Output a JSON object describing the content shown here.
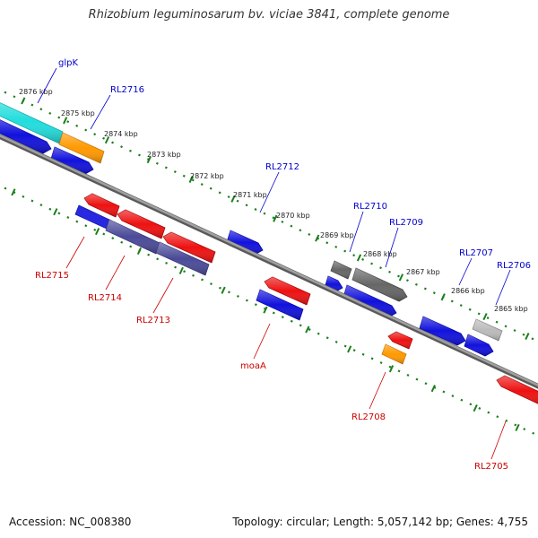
{
  "title": "Rhizobium leguminosarum bv. viciae 3841, complete genome",
  "footer": {
    "accession": "Accession: NC_008380",
    "stats": "Topology: circular; Length: 5,057,142 bp; Genes: 4,755"
  },
  "colors": {
    "backbone": "#8a8a8a",
    "ruler": "#1a7f1a",
    "label_forward": "#0000cc",
    "label_reverse": "#cc0000",
    "red": "#ee1111",
    "blue": "#1111dd",
    "cyan": "#22dddd",
    "orange": "#ff9900",
    "dark_gray": "#666666",
    "light_gray": "#bbbbbb",
    "slate": "#4a4a99"
  },
  "ruler_ticks": [
    {
      "label": "2876 kbp"
    },
    {
      "label": "2875 kbp"
    },
    {
      "label": "2874 kbp"
    },
    {
      "label": "2873 kbp"
    },
    {
      "label": "2872 kbp"
    },
    {
      "label": "2871 kbp"
    },
    {
      "label": "2870 kbp"
    },
    {
      "label": "2869 kbp"
    },
    {
      "label": "2868 kbp"
    },
    {
      "label": "2867 kbp"
    },
    {
      "label": "2866 kbp"
    },
    {
      "label": "2865 kbp"
    }
  ],
  "gene_labels": [
    {
      "name": "glpK",
      "strand": "forward"
    },
    {
      "name": "RL2716",
      "strand": "forward"
    },
    {
      "name": "RL2712",
      "strand": "forward"
    },
    {
      "name": "RL2710",
      "strand": "forward"
    },
    {
      "name": "RL2709",
      "strand": "forward"
    },
    {
      "name": "RL2707",
      "strand": "forward"
    },
    {
      "name": "RL2706",
      "strand": "forward"
    },
    {
      "name": "RL2715",
      "strand": "reverse"
    },
    {
      "name": "RL2714",
      "strand": "reverse"
    },
    {
      "name": "RL2713",
      "strand": "reverse"
    },
    {
      "name": "moaA",
      "strand": "reverse"
    },
    {
      "name": "RL2708",
      "strand": "reverse"
    },
    {
      "name": "RL2705",
      "strand": "reverse"
    }
  ]
}
